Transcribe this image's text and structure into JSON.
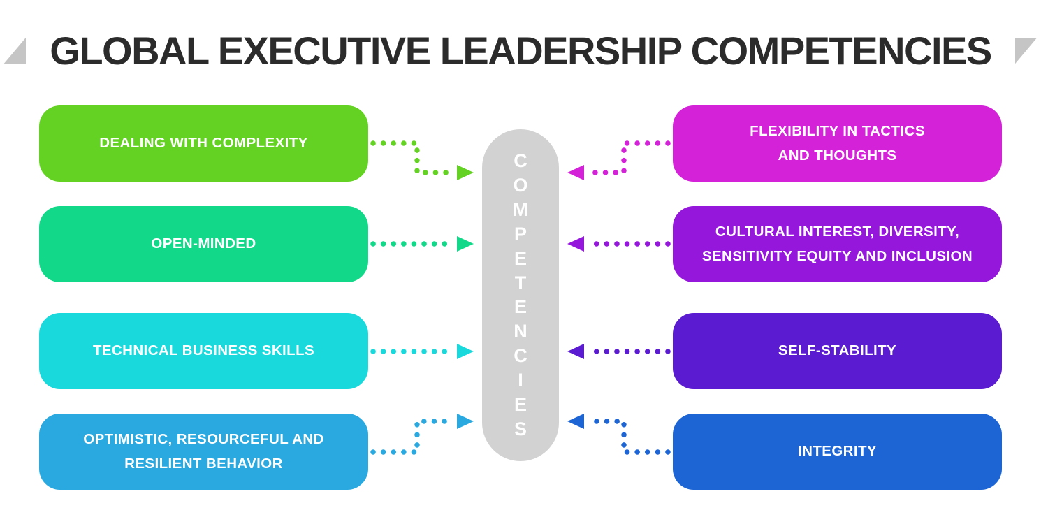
{
  "title": "GLOBAL EXECUTIVE LEADERSHIP COMPETENCIES",
  "decor": {
    "triangle_color": "#c5c5c5",
    "title_color": "#2b2b2b"
  },
  "center": {
    "label": "COMPETENCIES",
    "bg": "#d2d2d2",
    "text_color": "#ffffff"
  },
  "left_items": [
    {
      "label": "DEALING WITH COMPLEXITY",
      "color": "#64d223"
    },
    {
      "label": "OPEN-MINDED",
      "color": "#12d98a"
    },
    {
      "label": "TECHNICAL BUSINESS SKILLS",
      "color": "#1ad9dc"
    },
    {
      "label": "OPTIMISTIC, RESOURCEFUL AND\nRESILIENT BEHAVIOR",
      "color": "#29a9e0"
    }
  ],
  "right_items": [
    {
      "label": "FLEXIBILITY IN TACTICS\nAND THOUGHTS",
      "color": "#d322d8"
    },
    {
      "label": "CULTURAL INTEREST, DIVERSITY,\nSENSITIVITY EQUITY AND INCLUSION",
      "color": "#9417db"
    },
    {
      "label": "SELF-STABILITY",
      "color": "#5b1bd1"
    },
    {
      "label": "INTEGRITY",
      "color": "#1d65d4"
    }
  ]
}
